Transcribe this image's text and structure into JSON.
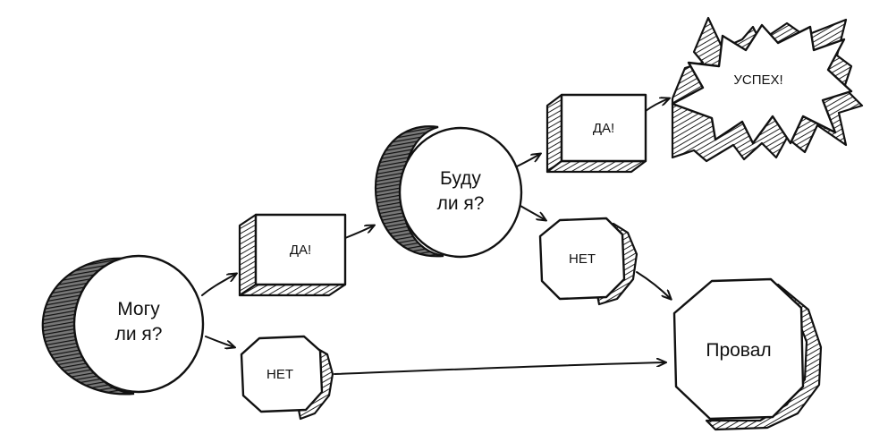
{
  "nodes": {
    "can_i": {
      "line1": "Могу",
      "line2": "ли я?"
    },
    "yes_1": {
      "label": "ДА!"
    },
    "no_1": {
      "label": "НЕТ"
    },
    "will_i": {
      "line1": "Буду",
      "line2": "ли я?"
    },
    "yes_2": {
      "label": "ДА!"
    },
    "no_2": {
      "label": "НЕТ"
    },
    "success": {
      "label": "УСПЕХ!"
    },
    "failure": {
      "label": "Провал"
    }
  }
}
